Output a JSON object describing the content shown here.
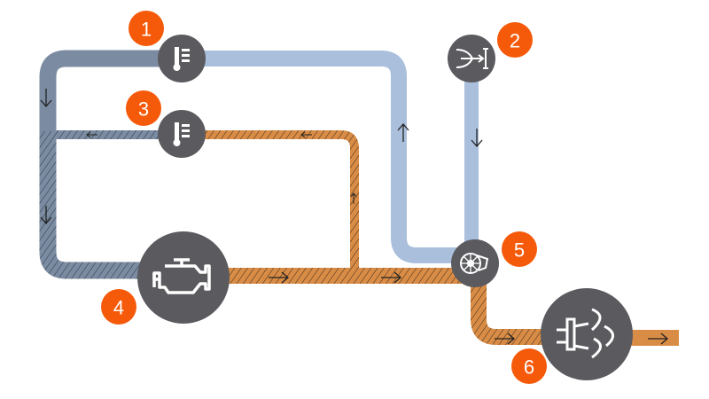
{
  "diagram": {
    "colors": {
      "coolant_dark": "#7b8ca2",
      "coolant_light": "#a9bfdc",
      "exhaust": "#d98c45",
      "node": "#5a5a5f",
      "badge": "#f55a0a"
    },
    "nodes": [
      {
        "id": 1,
        "label": "1",
        "icon": "thermometer-sensor-icon"
      },
      {
        "id": 2,
        "label": "2",
        "icon": "air-intake-icon"
      },
      {
        "id": 3,
        "label": "3",
        "icon": "thermometer-sensor-icon"
      },
      {
        "id": 4,
        "label": "4",
        "icon": "engine-icon"
      },
      {
        "id": 5,
        "label": "5",
        "icon": "turbocharger-icon"
      },
      {
        "id": 6,
        "label": "6",
        "icon": "exhaust-aftertreatment-icon"
      }
    ]
  }
}
